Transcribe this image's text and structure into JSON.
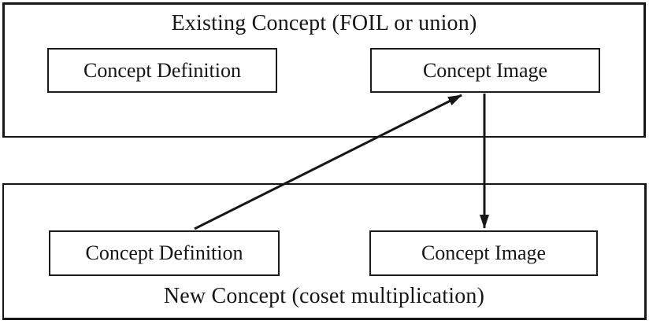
{
  "figure": {
    "background_color": "#ffffff",
    "ink_color": "#161616"
  },
  "existing_concept": {
    "title": "Existing Concept (FOIL or union)",
    "definition_label": "Concept Definition",
    "image_label": "Concept Image"
  },
  "new_concept": {
    "title": "New Concept (coset multiplication)",
    "definition_label": "Concept Definition",
    "image_label": "Concept Image"
  },
  "arrows": [
    {
      "id": "new-definition-to-existing-image",
      "from": "New Concept / Concept Definition",
      "to": "Existing Concept / Concept Image",
      "direction": "up-right"
    },
    {
      "id": "existing-image-to-new-image",
      "from": "Existing Concept / Concept Image",
      "to": "New Concept / Concept Image",
      "direction": "down"
    }
  ]
}
